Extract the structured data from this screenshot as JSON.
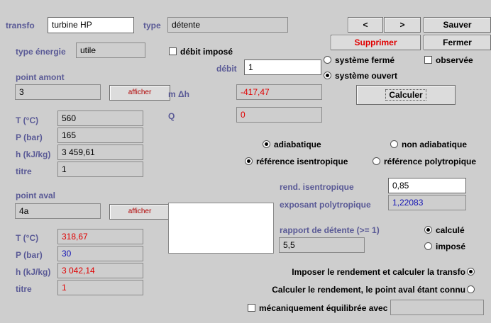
{
  "header": {
    "transfo_label": "transfo",
    "transfo_value": "turbine HP",
    "type_label": "type",
    "type_value": "détente",
    "type_energie_label": "type énergie",
    "type_energie_value": "utile"
  },
  "nav": {
    "prev": "<",
    "next": ">"
  },
  "buttons": {
    "sauver": "Sauver",
    "supprimer": "Supprimer",
    "fermer": "Fermer",
    "calculer": "Calculer",
    "afficher_amont": "afficher",
    "afficher_aval": "afficher"
  },
  "debit": {
    "impose_label": "débit imposé",
    "label": "débit",
    "value": "1"
  },
  "systeme": {
    "ferme": "système fermé",
    "ouvert": "système ouvert",
    "observee": "observée"
  },
  "amont": {
    "title": "point amont",
    "name": "3",
    "T_label": "T (°C)",
    "T": "560",
    "P_label": "P (bar)",
    "P": "165",
    "h_label": "h (kJ/kg)",
    "h": "3 459,61",
    "titre_label": "titre",
    "titre": "1"
  },
  "aval": {
    "title": "point aval",
    "name": "4a",
    "T_label": "T (°C)",
    "T": "318,67",
    "P_label": "P (bar)",
    "P": "30",
    "h_label": "h (kJ/kg)",
    "h": "3 042,14",
    "titre_label": "titre",
    "titre": "1"
  },
  "energy": {
    "mdh_label": "m Δh",
    "mdh_value": "-417,47",
    "Q_label": "Q",
    "Q_value": "0"
  },
  "options": {
    "adiabatique": "adiabatique",
    "non_adiabatique": "non adiabatique",
    "ref_isentropique": "référence isentropique",
    "ref_polytropique": "référence polytropique"
  },
  "params": {
    "rend_label": "rend. isentropique",
    "rend_value": "0,85",
    "expo_label": "exposant polytropique",
    "expo_value": "1,22083",
    "rapport_label": "rapport de détente (>= 1)",
    "rapport_value": "5,5",
    "calcule": "calculé",
    "impose": "imposé"
  },
  "bottom": {
    "imposer": "Imposer le rendement et calculer la transfo",
    "calculer_rend": "Calculer le rendement, le point aval étant connu",
    "meca": "mécaniquement équilibrée avec",
    "meca_value": ""
  }
}
